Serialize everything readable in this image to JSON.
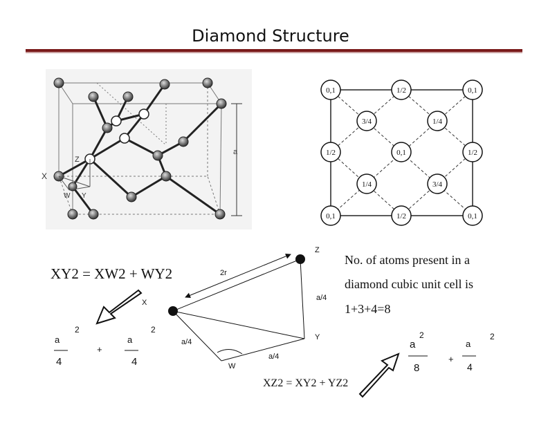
{
  "title": "Diamond Structure",
  "structure_figure": {
    "labels": {
      "a": "a",
      "x": "X",
      "z": "Z",
      "w": "W",
      "y": "Y"
    }
  },
  "projection_grid": {
    "corner": "0,1",
    "half": "1/2",
    "three_quarter": "3/4",
    "quarter": "1/4",
    "rows": [
      [
        "0,1",
        "1/2",
        "0,1"
      ],
      [
        "3/4",
        "1/4"
      ],
      [
        "1/2",
        "0,1",
        "1/2"
      ],
      [
        "1/4",
        "3/4"
      ],
      [
        "0,1",
        "1/2",
        "0,1"
      ]
    ]
  },
  "geometry_diagram": {
    "point_labels": {
      "z": "Z",
      "x": "X",
      "y": "Y",
      "w": "W"
    },
    "segment_labels": {
      "two_r": "2r",
      "zy": "a/4",
      "wx": "a/4",
      "wy": "a/4"
    }
  },
  "equations": {
    "eq1": "XY2 = XW2 + WY2",
    "eq2": "XZ2  =  XY2 + YZ2",
    "frac_left_1": {
      "num": "a",
      "den": "4",
      "exp": "2"
    },
    "frac_left_2": {
      "num": "a",
      "den": "4",
      "exp": "2"
    },
    "plus": "+",
    "frac_right_1": {
      "num": "a",
      "den": "8",
      "exp": "2"
    },
    "frac_right_2": {
      "num": "a",
      "den": "4",
      "exp": "2"
    }
  },
  "note": {
    "line1": "No. of atoms present in a",
    "line2": "diamond cubic unit cell is",
    "line3": "1+3+4=8"
  }
}
